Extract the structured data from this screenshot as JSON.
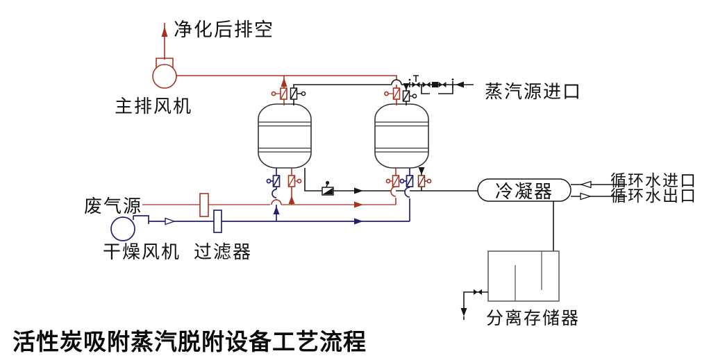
{
  "diagram": {
    "title": "活性炭吸附蒸汽脱附设备工艺流程",
    "labels": {
      "purified_exhaust": "净化后排空",
      "main_exhaust_fan": "主排风机",
      "steam_inlet": "蒸汽源进口",
      "condenser": "冷凝器",
      "circulating_water_inlet": "循环水进口",
      "circulating_water_outlet": "循环水出口",
      "waste_gas_source": "废气源",
      "drying_fan": "干燥风机",
      "filter": "过滤器",
      "separator_tank": "分离存储器"
    },
    "colors": {
      "exhaust_red": "#a83220",
      "air_blue": "#23216b",
      "steam_black": "#161616"
    }
  }
}
